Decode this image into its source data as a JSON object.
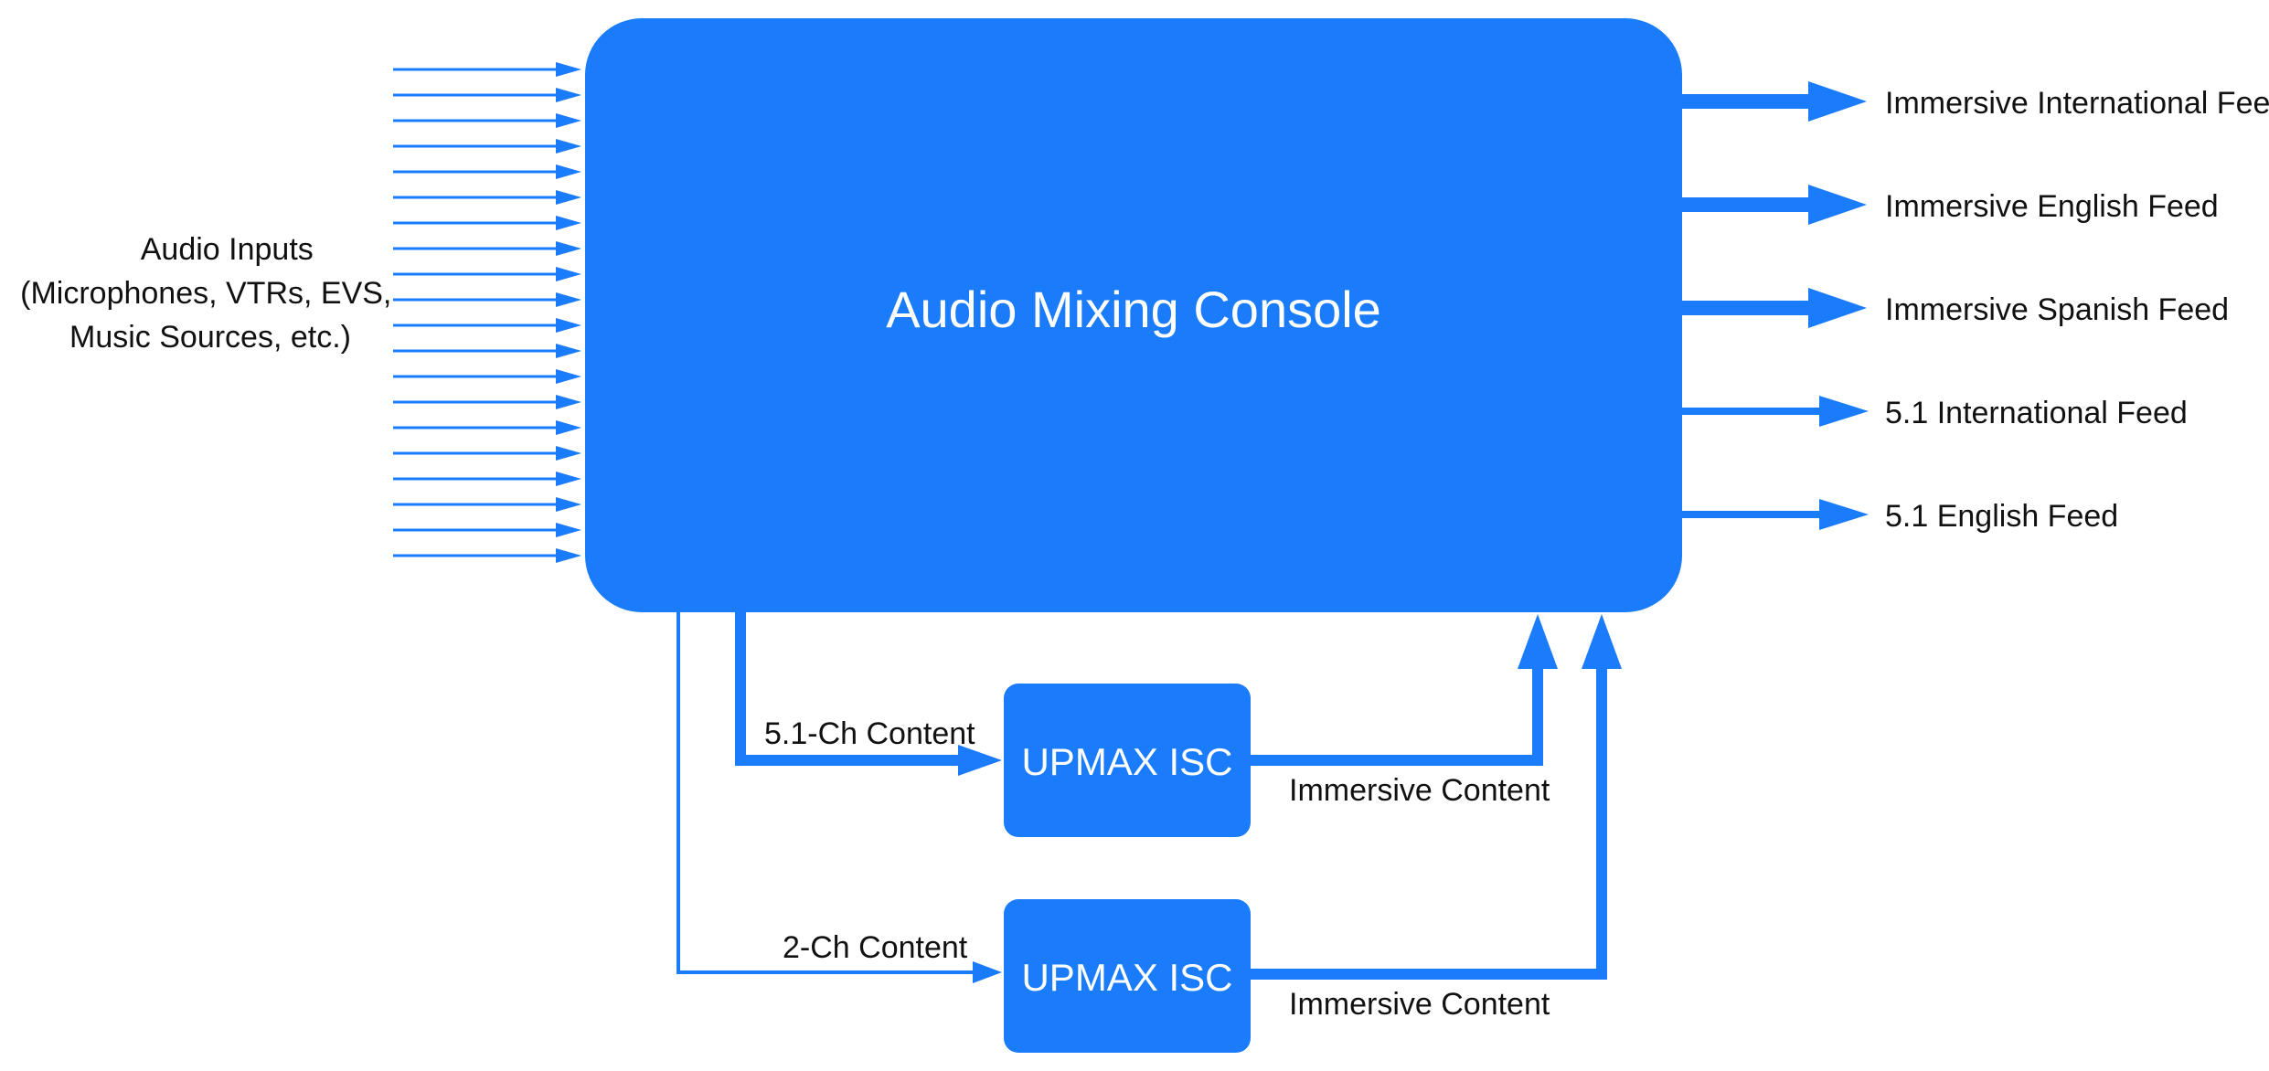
{
  "colors": {
    "accent": "#1a7cfb",
    "text": "#111111",
    "box_text": "#ffffff",
    "background": "#ffffff"
  },
  "inputs": {
    "label_lines": [
      "Audio Inputs",
      "(Microphones, VTRs, EVS,",
      "Music Sources, etc.)"
    ],
    "arrow_count": 20
  },
  "console": {
    "label": "Audio Mixing Console"
  },
  "outputs": [
    {
      "label": "Immersive International Feed"
    },
    {
      "label": "Immersive English Feed"
    },
    {
      "label": "Immersive Spanish Feed"
    },
    {
      "label": "5.1 International Feed"
    },
    {
      "label": "5.1 English Feed"
    }
  ],
  "processors": [
    {
      "label": "UPMAX ISC",
      "input_label": "5.1-Ch Content",
      "output_label": "Immersive Content"
    },
    {
      "label": "UPMAX ISC",
      "input_label": "2-Ch Content",
      "output_label": "Immersive Content"
    }
  ]
}
